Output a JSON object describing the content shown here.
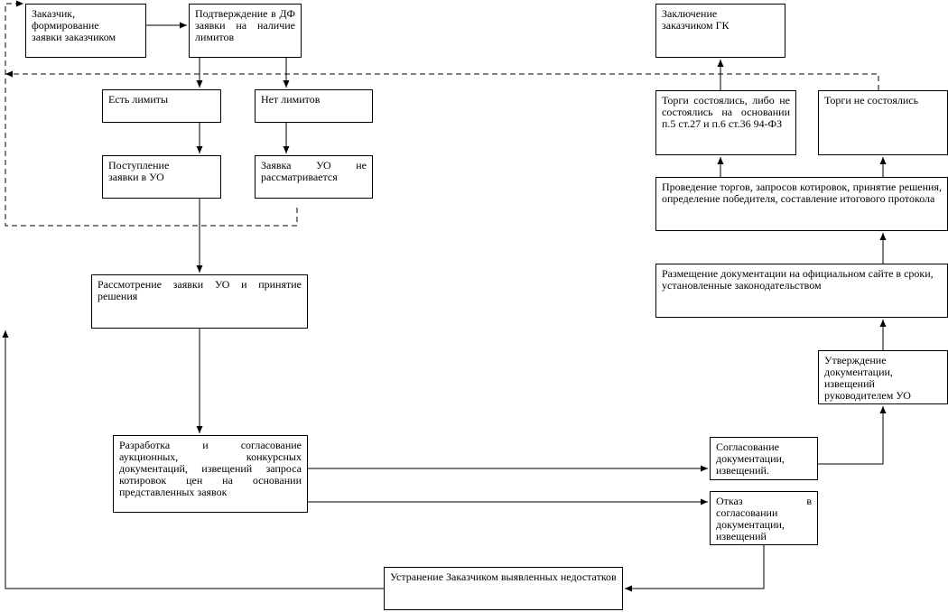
{
  "diagram": {
    "colors": {
      "line": "#000000",
      "box_border": "#000000",
      "background": "#ffffff"
    },
    "nodes": [
      {
        "id": "n_customer",
        "text": "Заказчик,\nформирование\nзаявки заказчиком"
      },
      {
        "id": "n_df_confirm",
        "text": "Подтверждение в ДФ заявки на наличие лимитов"
      },
      {
        "id": "n_have_limits",
        "text": "Есть лимиты"
      },
      {
        "id": "n_no_limits",
        "text": "Нет лимитов"
      },
      {
        "id": "n_receipt",
        "text": "Поступление\nзаявки в УО"
      },
      {
        "id": "n_not_considered",
        "text": "Заявка УО не рассматривается"
      },
      {
        "id": "n_review",
        "text": "Рассмотрение заявки УО и принятие решения"
      },
      {
        "id": "n_develop",
        "text": "Разработка и согласование аукционных, конкурсных документаций, извещений запроса котировок цен на основании представленных заявок"
      },
      {
        "id": "n_approval_docs",
        "text": "Согласование документации, извещений."
      },
      {
        "id": "n_refusal",
        "text": "Отказ в согласовании документации, извещений"
      },
      {
        "id": "n_fix",
        "text": "Устранение Заказчиком выявленных недостатков"
      },
      {
        "id": "n_head_approval",
        "text": "Утверждение документации, извещений руководителем УО"
      },
      {
        "id": "n_publish",
        "text": "Размещение документации на официальном сайте в сроки, установленные законодательством"
      },
      {
        "id": "n_conduct",
        "text": "Проведение торгов, запросов котировок, принятие решения, определение победителя, составление итогового протокола"
      },
      {
        "id": "n_held",
        "text": "Торги состоялись, либо не состоялись на основании п.5 ст.27 и п.6 ст.36 94-ФЗ"
      },
      {
        "id": "n_not_held",
        "text": "Торги не состоялись"
      },
      {
        "id": "n_contract",
        "text": "Заключение\nзаказчиком ГК"
      }
    ],
    "connectors": [
      {
        "from": "n_customer",
        "to": "n_df_confirm",
        "style": "solid"
      },
      {
        "from": "n_df_confirm",
        "to": "n_have_limits",
        "style": "solid"
      },
      {
        "from": "n_df_confirm",
        "to": "n_no_limits",
        "style": "solid"
      },
      {
        "from": "n_have_limits",
        "to": "n_receipt",
        "style": "solid"
      },
      {
        "from": "n_no_limits",
        "to": "n_not_considered",
        "style": "solid"
      },
      {
        "from": "n_receipt",
        "to": "n_review",
        "style": "solid"
      },
      {
        "from": "n_review",
        "to": "n_develop",
        "style": "solid"
      },
      {
        "from": "n_develop",
        "to": "n_approval_docs",
        "style": "solid"
      },
      {
        "from": "n_develop",
        "to": "n_refusal",
        "style": "solid"
      },
      {
        "from": "n_refusal",
        "to": "n_fix",
        "style": "solid"
      },
      {
        "from": "n_fix",
        "to": "n_review",
        "style": "solid"
      },
      {
        "from": "n_approval_docs",
        "to": "n_head_approval",
        "style": "solid"
      },
      {
        "from": "n_head_approval",
        "to": "n_publish",
        "style": "solid"
      },
      {
        "from": "n_publish",
        "to": "n_conduct",
        "style": "solid"
      },
      {
        "from": "n_conduct",
        "to": "n_held",
        "style": "solid"
      },
      {
        "from": "n_conduct",
        "to": "n_not_held",
        "style": "solid"
      },
      {
        "from": "n_held",
        "to": "n_contract",
        "style": "solid"
      },
      {
        "from": "n_not_considered",
        "to": "n_customer",
        "style": "dashed"
      },
      {
        "from": "n_not_held",
        "to": "n_customer",
        "style": "dashed"
      }
    ]
  }
}
